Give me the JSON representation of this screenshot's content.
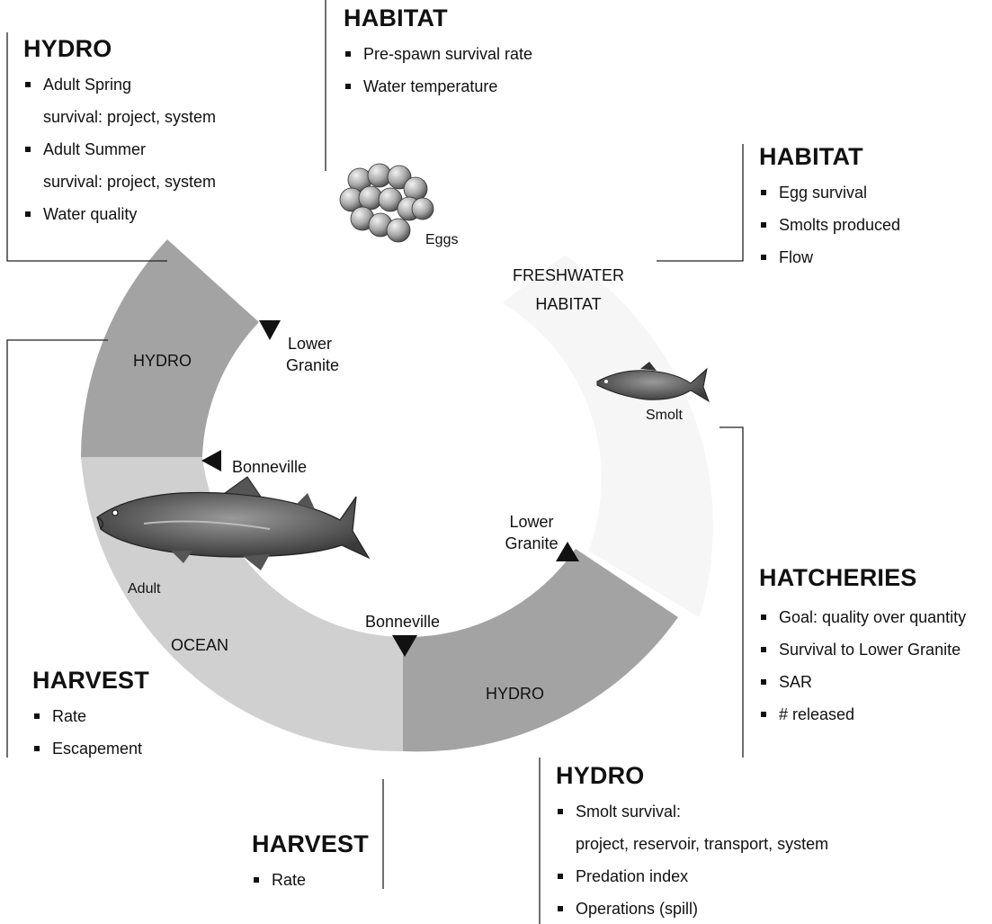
{
  "blocks": {
    "hydro_adult": {
      "heading": "HYDRO",
      "items": [
        "Adult Spring",
        "survival: project, system",
        "Adult Summer",
        "survival: project, system",
        "Water quality"
      ]
    },
    "habitat_top": {
      "heading": "HABITAT",
      "items": [
        "Pre-spawn survival rate",
        "Water temperature"
      ]
    },
    "habitat_right": {
      "heading": "HABITAT",
      "items": [
        "Egg survival",
        "Smolts produced",
        "Flow"
      ]
    },
    "hatcheries": {
      "heading": "HATCHERIES",
      "items": [
        "Goal: quality over quantity",
        "Survival to Lower Granite",
        "SAR",
        "# released"
      ]
    },
    "harvest_left": {
      "heading": "HARVEST",
      "items": [
        "Rate",
        "Escapement"
      ]
    },
    "harvest_bottom": {
      "heading": "HARVEST",
      "items": [
        "Rate"
      ]
    },
    "hydro_smolt": {
      "heading": "HYDRO",
      "items": [
        "Smolt survival:",
        "project, reservoir, transport, system",
        "Predation index",
        "Operations (spill)"
      ]
    }
  },
  "ring_labels": {
    "freshwater_line1": "FRESHWATER",
    "freshwater_line2": "HABITAT",
    "hydro_upper": "HYDRO",
    "hydro_lower": "HYDRO",
    "ocean": "OCEAN"
  },
  "stage_labels": {
    "eggs": "Eggs",
    "smolt": "Smolt",
    "adult": "Adult"
  },
  "dam_labels": {
    "lower_granite_adult_line1": "Lower",
    "lower_granite_adult_line2": "Granite",
    "bonneville_adult": "Bonneville",
    "lower_granite_smolt_line1": "Lower",
    "lower_granite_smolt_line2": "Granite",
    "bonneville_smolt": "Bonneville"
  },
  "colors": {
    "hydro_segment": "#a3a3a3",
    "ocean_segment": "#d0d0d0",
    "freshwater_segment": "#ffffff",
    "text": "#111111"
  }
}
